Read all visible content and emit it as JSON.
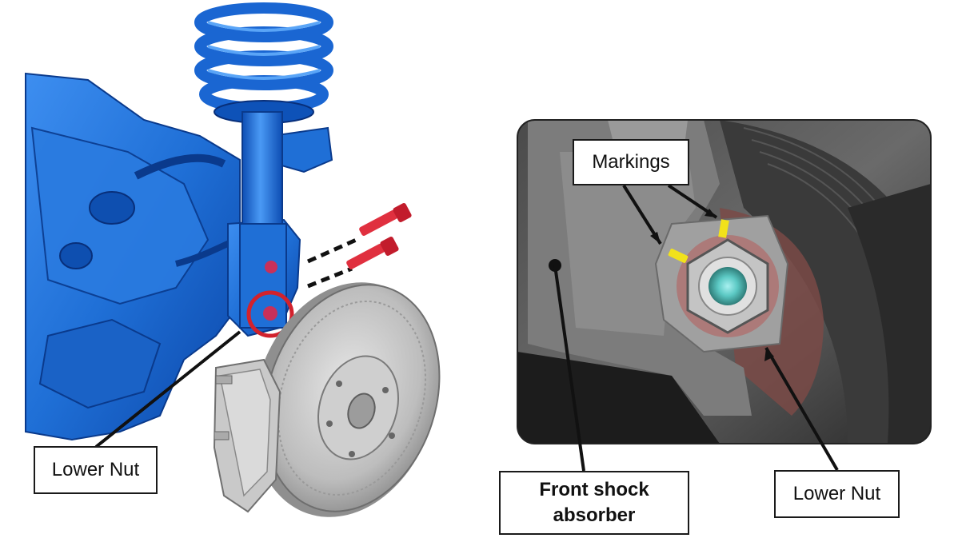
{
  "labels": {
    "left_lower_nut": "Lower Nut",
    "markings": "Markings",
    "front_shock_line1": "Front shock",
    "front_shock_line2": "absorber",
    "right_lower_nut": "Lower Nut"
  },
  "colors": {
    "suspension_blue": "#1f6fd6",
    "bolt_red": "#d8263a",
    "highlight_circle": "#d2222d",
    "rotor_gray": "#b9b9b9",
    "marking_yellow": "#f2e21a",
    "photo_dark": "#2b2b2b"
  }
}
